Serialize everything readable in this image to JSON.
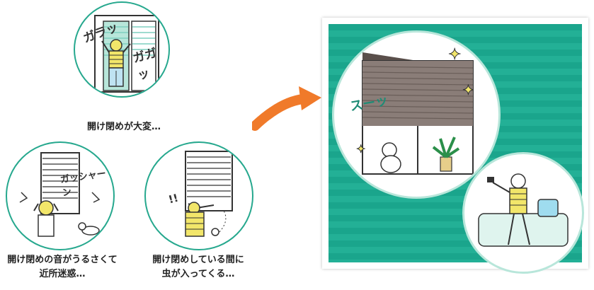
{
  "captions": {
    "top": "開け閉めが大変…",
    "bottom_left_line1": "開け閉めの音がうるさくて",
    "bottom_left_line2": "近所迷惑…",
    "bottom_right_line1": "開け閉めしている間に",
    "bottom_right_line2": "虫が入ってくる…"
  },
  "sound_effects": {
    "top_left": "ガラッ",
    "top_right": "ガガッ",
    "noise": "ガッシャーン",
    "bang": "!!",
    "smooth": "スーッ"
  },
  "colors": {
    "accent_teal": "#26a88e",
    "panel_teal": "#1aa58c",
    "arrow_orange": "#f07a2a",
    "person_yellow": "#f2e66a",
    "shutter_brown": "#8a7d78"
  }
}
